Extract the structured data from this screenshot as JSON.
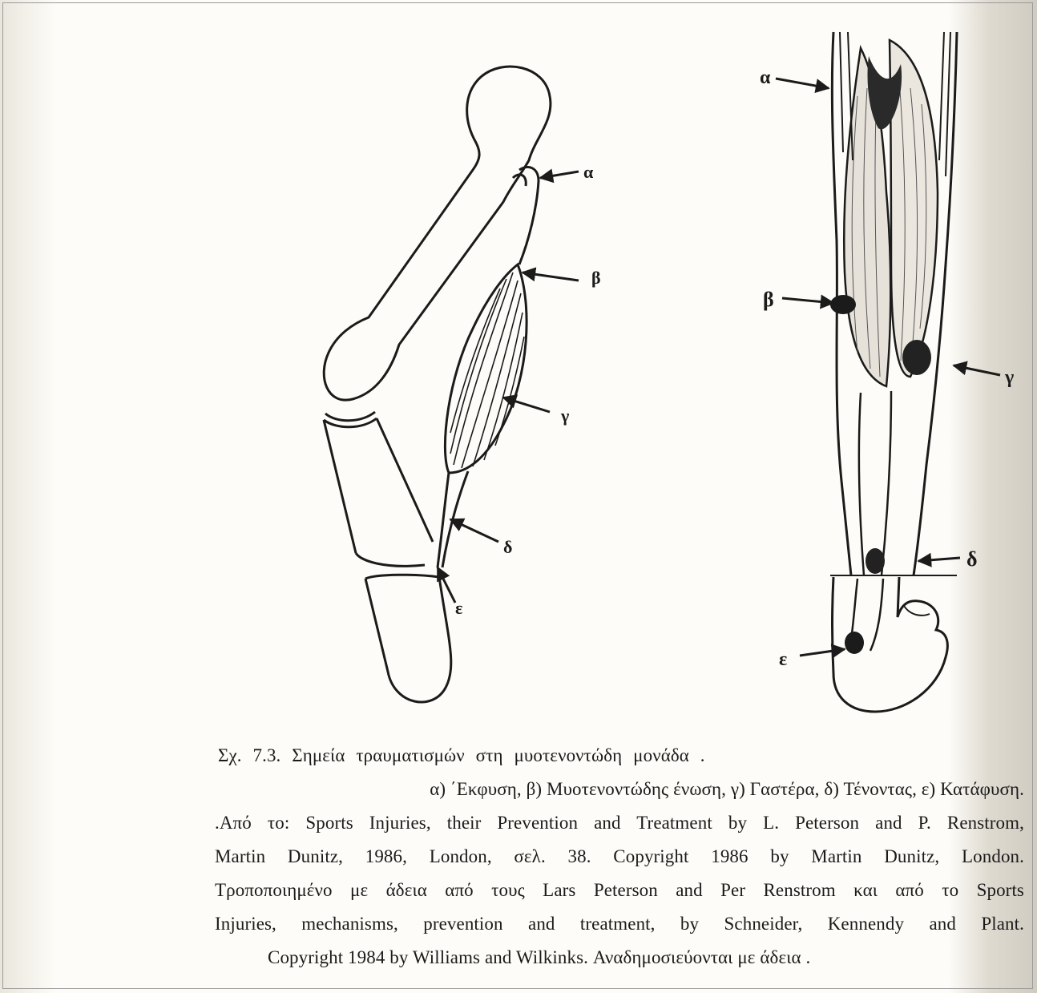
{
  "figure": {
    "left_labels": {
      "a": "α",
      "b": "β",
      "c": "γ",
      "d": "δ",
      "e": "ε"
    },
    "right_labels": {
      "a": "α",
      "b": "β",
      "c": "γ",
      "d": "δ",
      "e": "ε"
    }
  },
  "caption": {
    "title": "Σχ. 7.3. Σημεία τραυματισμών στη μυοτενοντώδη μονάδα .",
    "parts": "α) ΄Εκφυση, β) Μυοτενοντώδης ένωση, γ) Γαστέρα, δ) Τένοντας, ε) Κατάφυση.",
    "source_line1": ".Από το: Sports Injuries, their Prevention and Treatment by L. Peterson and P. Renstrom,",
    "source_line2": "Martin Dunitz, 1986, London, σελ. 38. Copyright 1986 by Martin Dunitz, London.",
    "modified_line1": "Τροποποιημένο με άδεια από τους Lars Peterson and Per Renstrom και από το Sports",
    "modified_line2": "Injuries, mechanisms, prevention and treatment, by Schneider, Kennendy and Plant.",
    "copyright_line": "Copyright 1984 by Williams and Wilkinks. Αναδημοσιεύονται με άδεια ."
  }
}
